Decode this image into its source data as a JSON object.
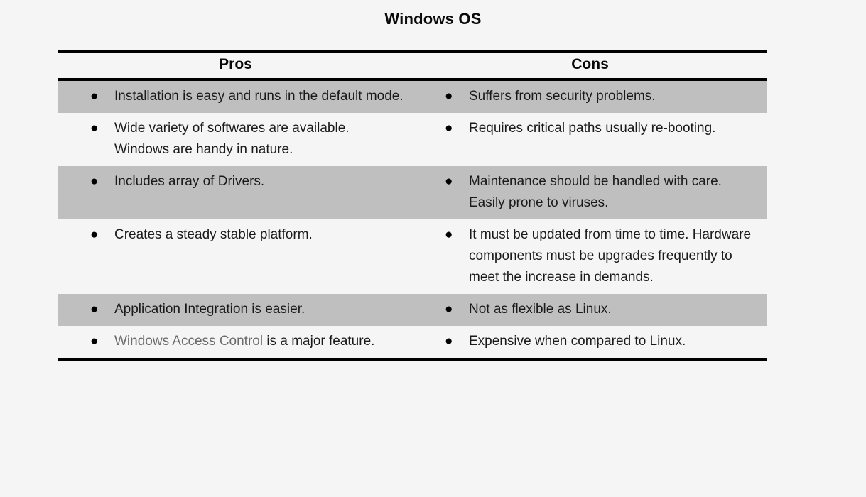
{
  "page": {
    "title": "Windows OS",
    "background_color": "#f5f5f5",
    "shaded_row_color": "#bfbfbf",
    "link_color": "#6b6b6b",
    "border_color": "#000000"
  },
  "table": {
    "columns": [
      {
        "key": "pros",
        "header": "Pros"
      },
      {
        "key": "cons",
        "header": "Cons"
      }
    ],
    "bullet_glyph": "●",
    "rows": [
      {
        "shaded": true,
        "pros": "Installation is easy and runs in the default mode.",
        "cons": "Suffers from security problems."
      },
      {
        "shaded": false,
        "pros": "Wide variety of softwares are available. Windows are handy in nature.",
        "cons": "Requires critical paths usually re-booting."
      },
      {
        "shaded": true,
        "pros": "Includes array of Drivers.",
        "cons": "Maintenance should be handled with care. Easily prone to viruses."
      },
      {
        "shaded": false,
        "pros": "Creates a steady stable platform.",
        "cons": "It must be updated from time to time. Hardware components must be upgrades frequently to meet the increase in demands."
      },
      {
        "shaded": true,
        "pros": "Application Integration is easier.",
        "cons": "Not as flexible as Linux."
      },
      {
        "shaded": false,
        "pros_link_text": "Windows Access Control",
        "pros_rest_text": " is a major feature.",
        "cons": "Expensive when compared to Linux."
      }
    ]
  }
}
